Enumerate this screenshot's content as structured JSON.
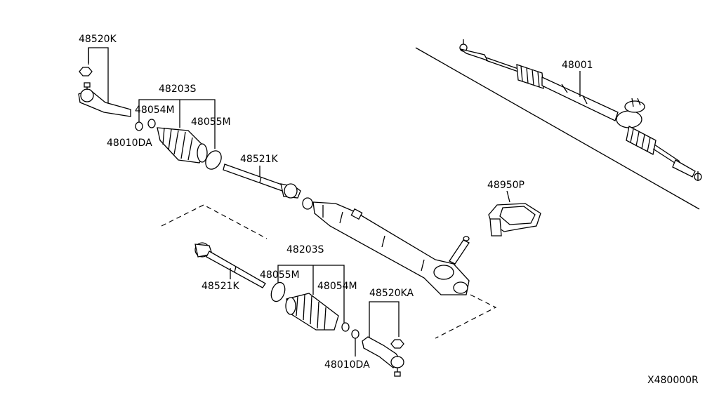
{
  "diagram": {
    "part_labels": {
      "tie_rod_end_left": "48520K",
      "boot_kit_upper": "48203S",
      "clip_upper": "48054M",
      "band_upper": "48055M",
      "nut_upper": "48010DA",
      "inner_socket_upper": "48521K",
      "grommet": "48950P",
      "rack_assembly": "48001",
      "boot_kit_lower": "48203S",
      "band_lower": "48055M",
      "clip_lower": "48054M",
      "inner_socket_lower": "48521K",
      "tie_rod_end_right": "48520KA",
      "nut_lower": "48010DA"
    },
    "diagram_code": "X480000R"
  }
}
